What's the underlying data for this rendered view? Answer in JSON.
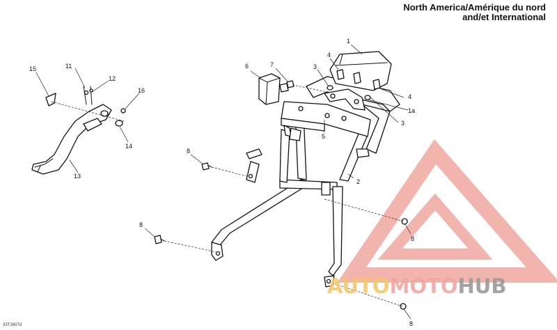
{
  "header": {
    "line1": "North America/Amérique du nord",
    "line2": "and/et International"
  },
  "reference_code": "33T1607d",
  "callouts": {
    "c1": "1",
    "c1a": "1a",
    "c2": "2",
    "c3a": "3",
    "c3b": "3",
    "c4a": "4",
    "c4b": "4",
    "c5": "5",
    "c6": "6",
    "c7": "7",
    "c8a": "8",
    "c8b": "8",
    "c8c": "8",
    "c8d": "8",
    "c11": "11",
    "c12": "12",
    "c13": "13",
    "c14": "14",
    "c15": "15",
    "c16": "16"
  },
  "watermark": {
    "part1": "AUTO",
    "part2": "MOTO",
    "part3": "HUB",
    "color_primary": "#f0a8a0",
    "color_secondary": "#f5c76a",
    "color_dark": "#9a9a9a"
  }
}
